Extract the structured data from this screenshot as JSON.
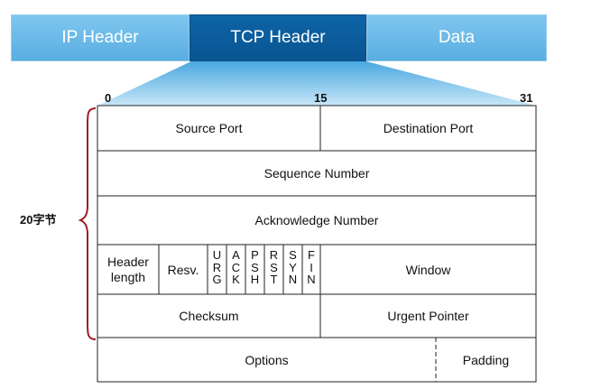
{
  "header_bar": {
    "ip": "IP Header",
    "tcp": "TCP  Header",
    "data": "Data"
  },
  "bit_labels": {
    "start": "0",
    "mid": "15",
    "end": "31"
  },
  "bytes_label": "20字节",
  "fields": {
    "source_port": "Source Port",
    "destination_port": "Destination Port",
    "sequence_number": "Sequence Number",
    "acknowledge_number": "Acknowledge Number",
    "header_length": "Header\nlength",
    "reserved": "Resv.",
    "window": "Window",
    "checksum": "Checksum",
    "urgent_pointer": "Urgent Pointer",
    "options": "Options",
    "padding": "Padding"
  },
  "flags": [
    [
      "U",
      "R",
      "G"
    ],
    [
      "A",
      "C",
      "K"
    ],
    [
      "P",
      "S",
      "H"
    ],
    [
      "R",
      "S",
      "T"
    ],
    [
      "S",
      "Y",
      "N"
    ],
    [
      "F",
      "I",
      "N"
    ]
  ],
  "colors": {
    "tcp_segment": "#0a5a9a",
    "light_segment": "#6bbbe9",
    "brace": "#9b2020"
  }
}
